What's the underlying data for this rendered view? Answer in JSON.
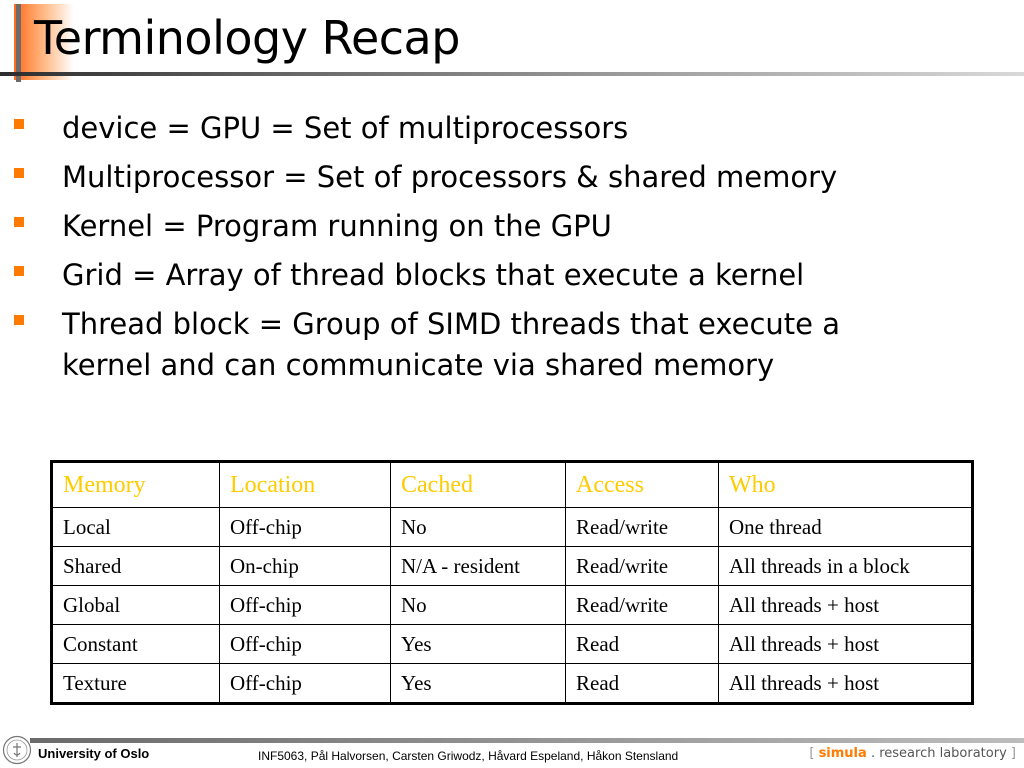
{
  "title": "Terminology Recap",
  "bullets": [
    "device = GPU = Set of multiprocessors",
    "Multiprocessor = Set of processors & shared memory",
    "Kernel = Program running on the GPU",
    "Grid = Array of thread blocks that execute a kernel",
    "Thread block = Group of SIMD threads that execute a kernel and can communicate via shared memory"
  ],
  "table": {
    "headers": [
      "Memory",
      "Location",
      "Cached",
      "Access",
      "Who"
    ],
    "rows": [
      [
        "Local",
        "Off-chip",
        "No",
        "Read/write",
        "One thread"
      ],
      [
        "Shared",
        "On-chip",
        "N/A - resident",
        "Read/write",
        "All threads in a block"
      ],
      [
        "Global",
        "Off-chip",
        "No",
        "Read/write",
        "All threads + host"
      ],
      [
        "Constant",
        "Off-chip",
        "Yes",
        "Read",
        "All threads + host"
      ],
      [
        "Texture",
        "Off-chip",
        "Yes",
        "Read",
        "All threads + host"
      ]
    ]
  },
  "footer": {
    "university": "University of Oslo",
    "credits": "INF5063, Pål Halvorsen, Carsten Griwodz, Håvard Espeland, Håkon Stensland",
    "lab_open": "[",
    "lab_simula": "simula",
    "lab_dot": ".",
    "lab_rest": "research laboratory",
    "lab_close": "]"
  },
  "colors": {
    "accent": "#ff7a00",
    "header_text": "#ffcc00"
  }
}
